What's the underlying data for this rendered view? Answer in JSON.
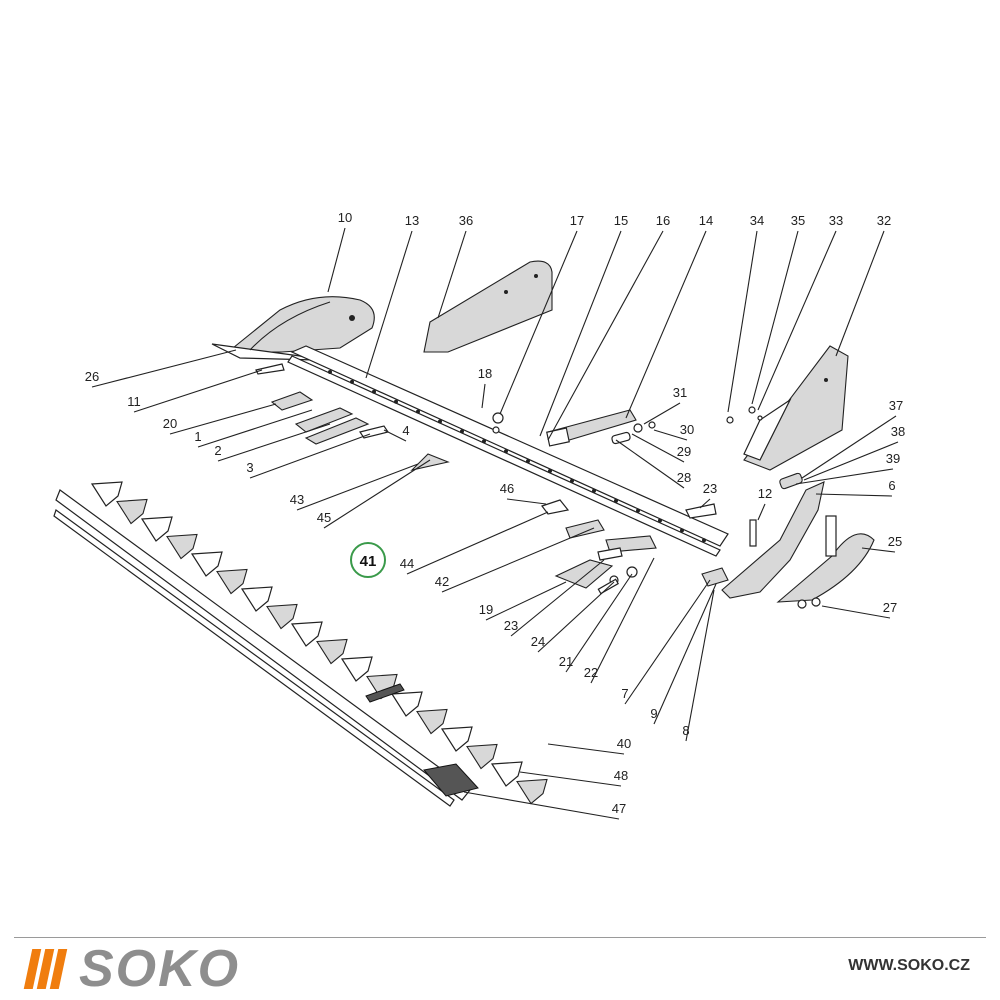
{
  "diagram": {
    "part_labels": [
      {
        "id": "10",
        "text": "10"
      },
      {
        "id": "13",
        "text": "13"
      },
      {
        "id": "36",
        "text": "36"
      },
      {
        "id": "17",
        "text": "17"
      },
      {
        "id": "15",
        "text": "15"
      },
      {
        "id": "16",
        "text": "16"
      },
      {
        "id": "14",
        "text": "14"
      },
      {
        "id": "34",
        "text": "34"
      },
      {
        "id": "35",
        "text": "35"
      },
      {
        "id": "33",
        "text": "33"
      },
      {
        "id": "32",
        "text": "32"
      },
      {
        "id": "26",
        "text": "26"
      },
      {
        "id": "18",
        "text": "18"
      },
      {
        "id": "11",
        "text": "11"
      },
      {
        "id": "31",
        "text": "31"
      },
      {
        "id": "30",
        "text": "30"
      },
      {
        "id": "20",
        "text": "20"
      },
      {
        "id": "1",
        "text": "1"
      },
      {
        "id": "4",
        "text": "4"
      },
      {
        "id": "2",
        "text": "2"
      },
      {
        "id": "29",
        "text": "29"
      },
      {
        "id": "37",
        "text": "37"
      },
      {
        "id": "38",
        "text": "38"
      },
      {
        "id": "3",
        "text": "3"
      },
      {
        "id": "39",
        "text": "39"
      },
      {
        "id": "28",
        "text": "28"
      },
      {
        "id": "6",
        "text": "6"
      },
      {
        "id": "23a",
        "text": "23"
      },
      {
        "id": "46",
        "text": "46"
      },
      {
        "id": "43",
        "text": "43"
      },
      {
        "id": "12",
        "text": "12"
      },
      {
        "id": "45",
        "text": "45"
      },
      {
        "id": "25",
        "text": "25"
      },
      {
        "id": "44",
        "text": "44"
      },
      {
        "id": "42",
        "text": "42"
      },
      {
        "id": "27",
        "text": "27"
      },
      {
        "id": "19",
        "text": "19"
      },
      {
        "id": "23b",
        "text": "23"
      },
      {
        "id": "24",
        "text": "24"
      },
      {
        "id": "21",
        "text": "21"
      },
      {
        "id": "22",
        "text": "22"
      },
      {
        "id": "7",
        "text": "7"
      },
      {
        "id": "9",
        "text": "9"
      },
      {
        "id": "8",
        "text": "8"
      },
      {
        "id": "40",
        "text": "40"
      },
      {
        "id": "48",
        "text": "48"
      },
      {
        "id": "47",
        "text": "47"
      }
    ],
    "highlighted_part": "41"
  },
  "footer": {
    "brand_name": "SOKO",
    "website": "WWW.SOKO.CZ",
    "brand_color": "#f07d0e",
    "brand_text_color": "#8e8e8e"
  },
  "colors": {
    "highlight_ring": "#3a9a4a",
    "line": "#222222"
  }
}
